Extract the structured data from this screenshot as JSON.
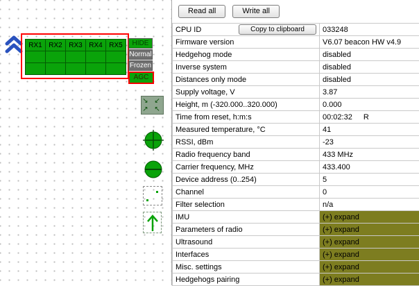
{
  "colors": {
    "accent_green": "#0aa30a",
    "olive_expand": "#7d7d20",
    "selection_red": "#ff0000",
    "button_gray": "#6f6f6f"
  },
  "left_panel": {
    "rx_table": {
      "headers": [
        "RX1",
        "RX2",
        "RX3",
        "RX4",
        "RX5"
      ],
      "empty_rows": 2
    },
    "buttons": [
      {
        "id": "hide",
        "label": "HIDE"
      },
      {
        "id": "normal",
        "label": "Normal"
      },
      {
        "id": "frozen",
        "label": "Frozen"
      },
      {
        "id": "agc",
        "label": "AGC"
      }
    ],
    "icons": [
      {
        "name": "double-up-chevron-icon",
        "glyph": "double chevron up, blue"
      },
      {
        "name": "fit-arrows-icon",
        "glyph_top": "↘ ↙",
        "glyph_bottom": "↗ ↖"
      },
      {
        "name": "circle-cross-icon",
        "glyph": "green circle with crosshair"
      },
      {
        "name": "circle-minus-icon",
        "glyph": "green circle with horizontal line"
      },
      {
        "name": "dashed-selection-icon",
        "glyph": "dashed square"
      },
      {
        "name": "up-arrow-icon",
        "glyph": "↑"
      }
    ]
  },
  "properties": {
    "toolbar": {
      "read_all_label": "Read all",
      "write_all_label": "Write all"
    },
    "copy_button_label": "Copy to clipboard",
    "rows": [
      {
        "label": "CPU ID",
        "value": "033248",
        "button": "Copy to clipboard"
      },
      {
        "label": "Firmware version",
        "value": "V6.07 beacon HW v4.9"
      },
      {
        "label": "Hedgehog mode",
        "value": "disabled"
      },
      {
        "label": "Inverse system",
        "value": "disabled"
      },
      {
        "label": "Distances only mode",
        "value": "disabled"
      },
      {
        "label": "Supply voltage, V",
        "value": "3.87"
      },
      {
        "label": "Height, m (-320.000..320.000)",
        "value": "0.000"
      },
      {
        "label": "Time from reset, h:m:s",
        "value": "00:02:32",
        "suffix": "R"
      },
      {
        "label": "Measured temperature, °C",
        "value": "41"
      },
      {
        "label": "RSSI, dBm",
        "value": "-23"
      },
      {
        "label": "Radio frequency band",
        "value": "433 MHz"
      },
      {
        "label": "Carrier frequency, MHz",
        "value": "433.400"
      },
      {
        "label": "Device address (0..254)",
        "value": "5"
      },
      {
        "label": "Channel",
        "value": "0"
      },
      {
        "label": "Filter selection",
        "value": "n/a"
      },
      {
        "label": "IMU",
        "value": "(+) expand",
        "expand": true
      },
      {
        "label": "Parameters of radio",
        "value": "(+) expand",
        "expand": true
      },
      {
        "label": "Ultrasound",
        "value": "(+) expand",
        "expand": true
      },
      {
        "label": "Interfaces",
        "value": "(+) expand",
        "expand": true
      },
      {
        "label": "Misc. settings",
        "value": "(+) expand",
        "expand": true
      },
      {
        "label": "Hedgehogs pairing",
        "value": "(+) expand",
        "expand": true
      }
    ]
  }
}
